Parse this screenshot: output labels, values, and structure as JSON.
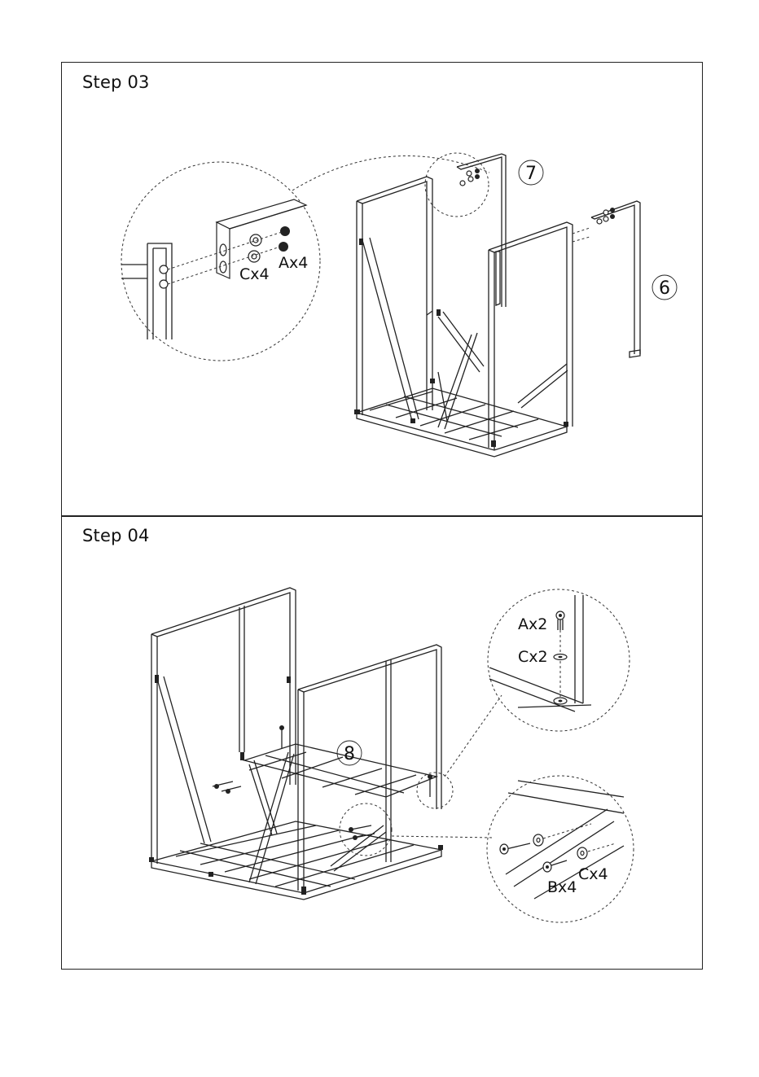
{
  "steps": [
    {
      "title": "Step 03",
      "part_numbers": [
        "7",
        "6"
      ],
      "hardware_labels": [
        "Cx4",
        "Ax4"
      ]
    },
    {
      "title": "Step 04",
      "part_numbers": [
        "8"
      ],
      "hardware_labels": [
        "Ax2",
        "Cx2",
        "Cx4",
        "Bx4"
      ]
    }
  ]
}
